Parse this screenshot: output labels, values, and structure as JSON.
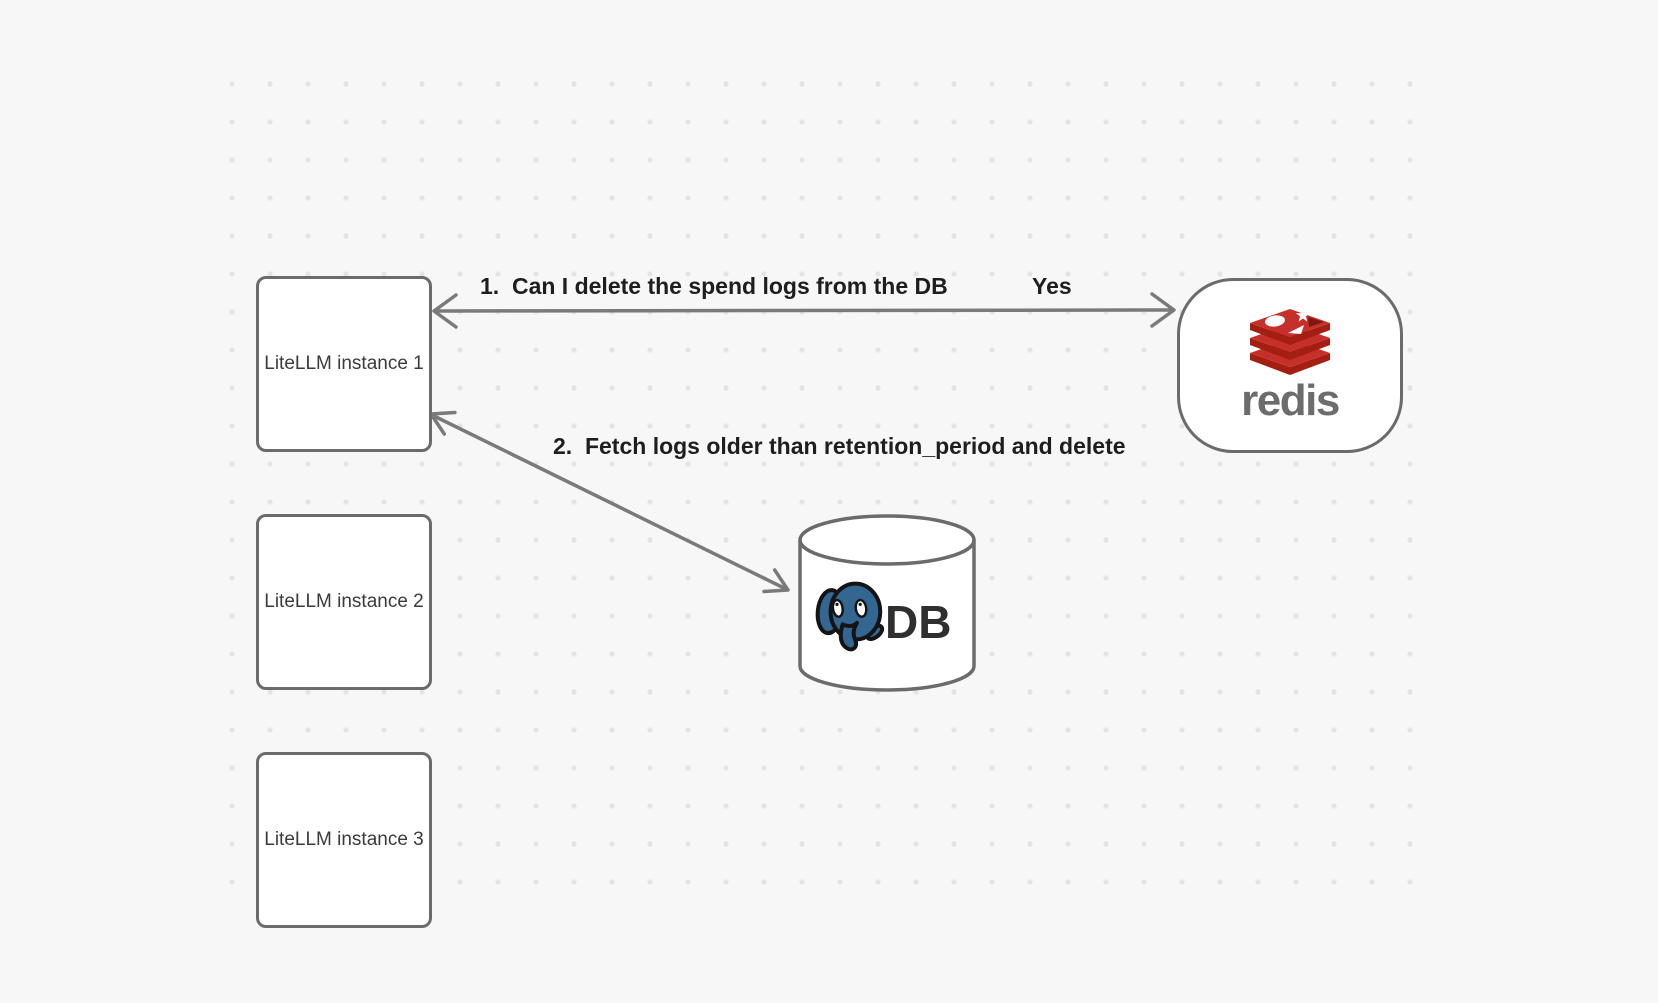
{
  "canvas": {
    "background_color": "#f7f7f7",
    "dot_color": "#e4e4e4",
    "shape_border_color": "#6b6b6b",
    "arrow_color": "#7a7a7a",
    "label_text_color": "#1e1e1e"
  },
  "nodes": {
    "instances": [
      {
        "label": "LiteLLM instance 1"
      },
      {
        "label": "LiteLLM instance 2"
      },
      {
        "label": "LiteLLM instance 3"
      }
    ],
    "redis": {
      "wordmark": "redis",
      "icon": "redis-cube-logo",
      "colors": {
        "red": "#c6302b",
        "dark_red": "#a41e11",
        "wordmark_gray": "#6c6c6c"
      }
    },
    "database": {
      "label": "DB",
      "icon": "postgresql-elephant-logo",
      "colors": {
        "elephant_blue": "#336791"
      }
    }
  },
  "arrows": {
    "arrow1": {
      "label": "1.  Can I delete the spend logs from the DB",
      "answer": "Yes"
    },
    "arrow2": {
      "label": "2.  Fetch logs older than retention_period and delete"
    }
  }
}
